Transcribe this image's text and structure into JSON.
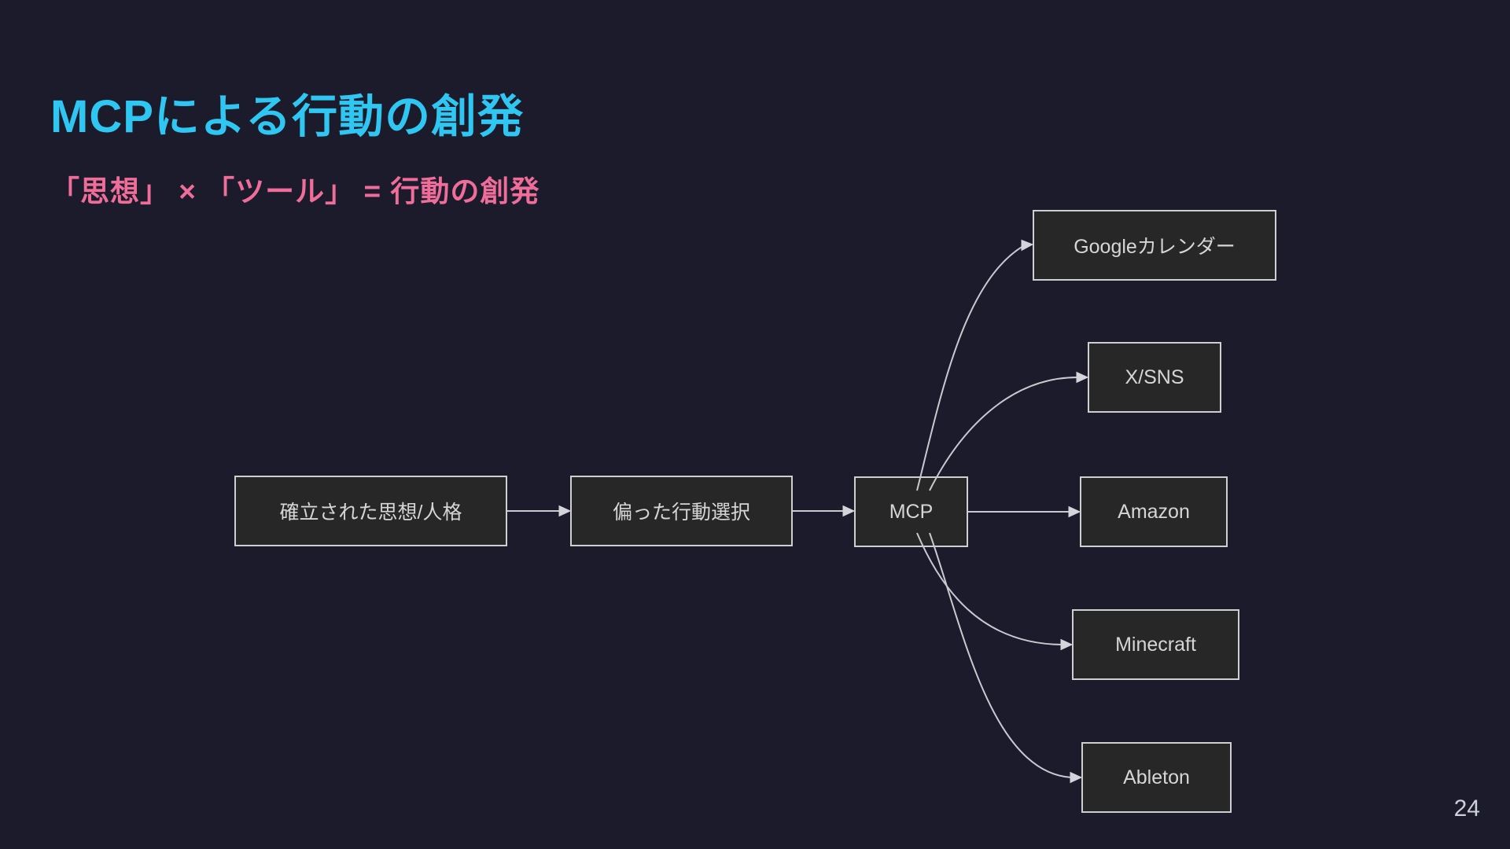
{
  "slide": {
    "title": "MCPによる行動の創発",
    "subtitle": "「思想」 × 「ツール」 = 行動の創発",
    "page_number": "24"
  },
  "colors": {
    "background": "#1b1b2c",
    "title_accent": "#2fc7f1",
    "subtitle_accent": "#ee6d99",
    "node_fill": "#272727",
    "node_border": "#cfcfcf",
    "node_text": "#d6d6d6",
    "edge": "#c9c9d0"
  },
  "diagram": {
    "nodes": [
      {
        "id": "thought",
        "label": "確立された思想/人格"
      },
      {
        "id": "biased",
        "label": "偏った行動選択"
      },
      {
        "id": "mcp",
        "label": "MCP"
      },
      {
        "id": "google",
        "label": "Googleカレンダー"
      },
      {
        "id": "xsns",
        "label": "X/SNS"
      },
      {
        "id": "amazon",
        "label": "Amazon"
      },
      {
        "id": "minecraft",
        "label": "Minecraft"
      },
      {
        "id": "ableton",
        "label": "Ableton"
      }
    ],
    "edges": [
      {
        "from": "確立された思想/人格",
        "to": "偏った行動選択"
      },
      {
        "from": "偏った行動選択",
        "to": "MCP"
      },
      {
        "from": "MCP",
        "to": "Googleカレンダー"
      },
      {
        "from": "MCP",
        "to": "X/SNS"
      },
      {
        "from": "MCP",
        "to": "Amazon"
      },
      {
        "from": "MCP",
        "to": "Minecraft"
      },
      {
        "from": "MCP",
        "to": "Ableton"
      }
    ]
  }
}
